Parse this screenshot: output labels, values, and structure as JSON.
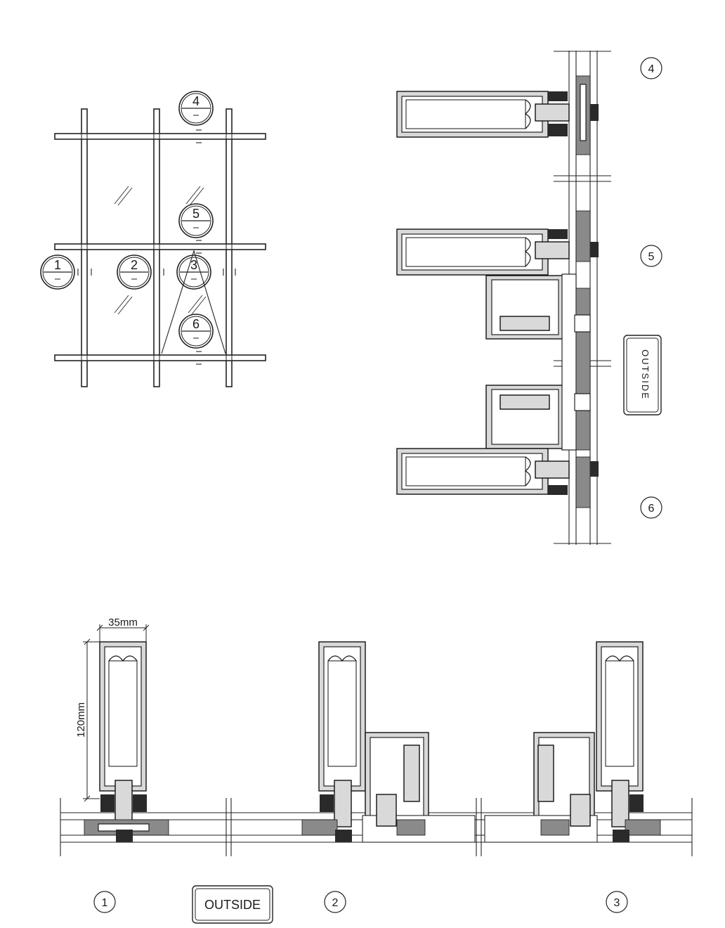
{
  "elevation": {
    "markers": [
      {
        "id": "1",
        "label": "1"
      },
      {
        "id": "2",
        "label": "2"
      },
      {
        "id": "3",
        "label": "3"
      },
      {
        "id": "4",
        "label": "4"
      },
      {
        "id": "5",
        "label": "5"
      },
      {
        "id": "6",
        "label": "6"
      }
    ]
  },
  "vertical_section": {
    "labels": [
      "4",
      "5",
      "6"
    ],
    "outside_label": "OUTSIDE"
  },
  "horizontal_section": {
    "dim_width": "35mm",
    "dim_height": "120mm",
    "labels": [
      "1",
      "2",
      "3"
    ],
    "outside_label": "OUTSIDE"
  }
}
